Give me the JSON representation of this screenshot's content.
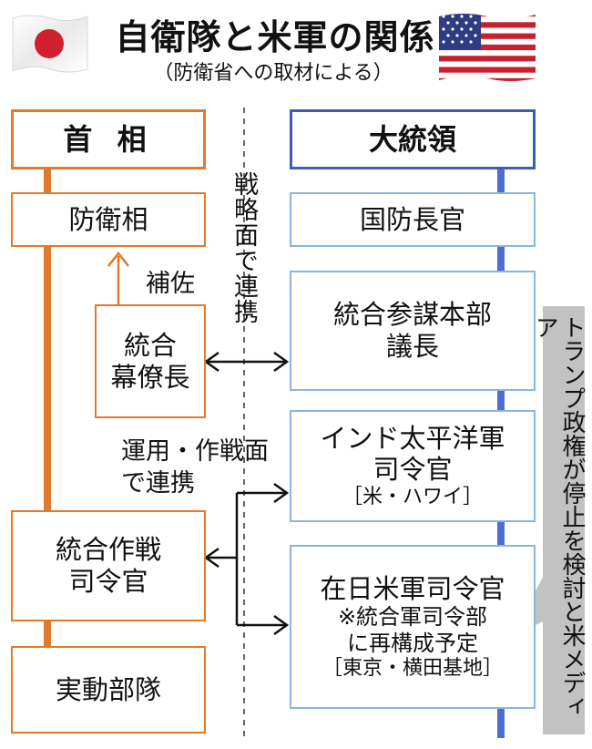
{
  "title": "自衛隊と米軍の関係",
  "subtitle": "（防衛省への取材による）",
  "japan": {
    "head": "首 相",
    "defense_minister": "防衛相",
    "assist_label": "補佐",
    "joint_chief": [
      "統合",
      "幕僚長"
    ],
    "joint_ops_commander": [
      "統合作戦",
      "司令官"
    ],
    "operational_units": "実動部隊"
  },
  "us": {
    "head": "大統領",
    "secretary": "国防長官",
    "chairman": [
      "統合参謀本部",
      "議長"
    ],
    "indopacom": [
      "インド太平洋軍",
      "司令官"
    ],
    "indopacom_location": "［米・ハワイ］",
    "usfj": "在日米軍司令官",
    "usfj_note": [
      "※統合軍司令部",
      "に再構成予定"
    ],
    "usfj_location": "［東京・横田基地］"
  },
  "links": {
    "strategic": "戦略面で連携",
    "operational": [
      "運用・作戦面",
      "で連携"
    ]
  },
  "callout": "トランプ政権が停止を検討と米メディア",
  "colors": {
    "japan_orange": "#e07a2c",
    "us_dark_blue": "#3f5bb5",
    "us_light_blue": "#8bb4e2",
    "callout_gray": "#c2c2c2"
  }
}
